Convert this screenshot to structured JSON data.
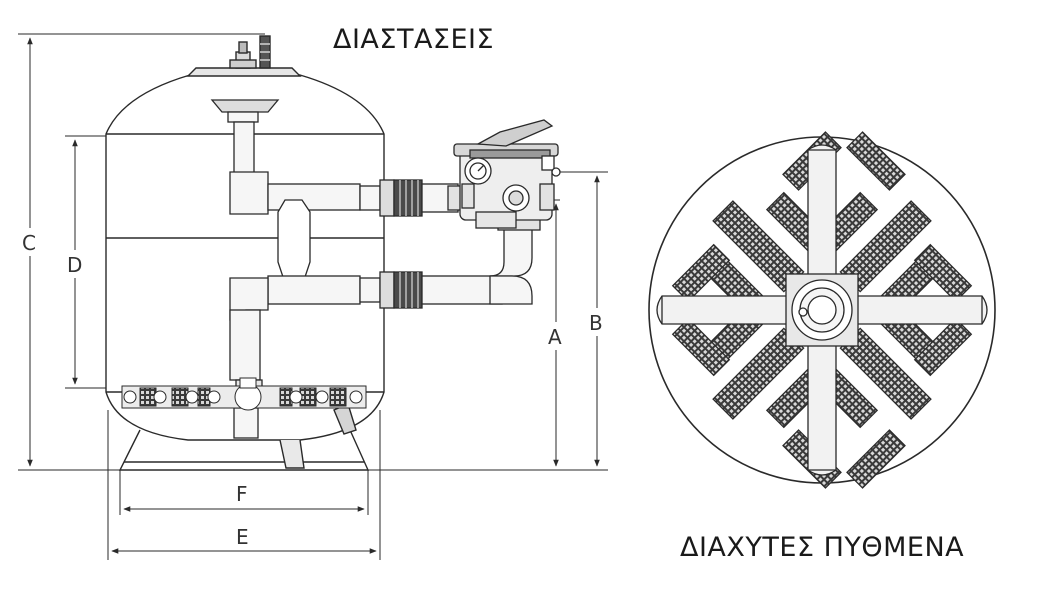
{
  "titles": {
    "dimensions": "ΔΙΑΣΤΑΣΕΙΣ",
    "bottom_diffusers": "ΔΙΑΧΥΤΕΣ ΠΥΘΜΕΝΑ"
  },
  "dimension_labels": {
    "a": "A",
    "b": "B",
    "c": "C",
    "d": "D",
    "e": "E",
    "f": "F"
  },
  "colors": {
    "line": "#2a2a2a",
    "fill_light": "#f4f4f4",
    "fill_mid": "#dcdcdc",
    "lateral": "#303030"
  }
}
